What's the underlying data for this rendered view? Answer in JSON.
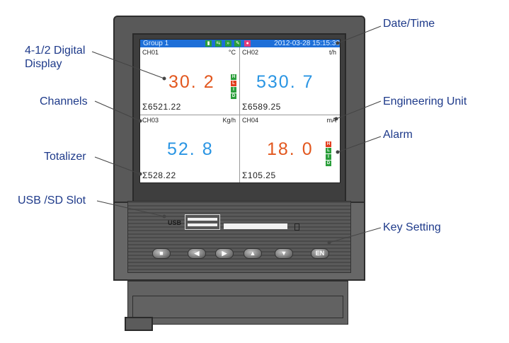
{
  "callouts": {
    "date_time": "Date/Time",
    "digital_display": "4-1/2 Digital\nDisplay",
    "channels": "Channels",
    "engineering_unit": "Engineering Unit",
    "alarm": "Alarm",
    "totalizer": "Totalizer",
    "usb_sd_slot": "USB /SD Slot",
    "key_setting": "Key Setting"
  },
  "screen": {
    "group": "Group 1",
    "datetime": "2012-03-28  15:15:30",
    "status_icons": [
      "sd-card-icon",
      "usb-icon",
      "forward-icon",
      "tool-icon",
      "alarm-icon"
    ],
    "channels": [
      {
        "name": "CH01",
        "unit": "°C",
        "value": "30. 2",
        "total": "Σ6521.22",
        "color": "#e2571e",
        "alarms": [
          "H",
          "L",
          "I",
          "D"
        ]
      },
      {
        "name": "CH02",
        "unit": "t/h",
        "value": "530. 7",
        "total": "Σ6589.25",
        "color": "#2a95e3"
      },
      {
        "name": "CH03",
        "unit": "Kg/h",
        "value": "52. 8",
        "total": "Σ528.22",
        "color": "#2a95e3"
      },
      {
        "name": "CH04",
        "unit": "mA",
        "value": "18. 0",
        "total": "Σ105.25",
        "color": "#e2571e",
        "alarms": [
          "H",
          "L",
          "I",
          "D"
        ]
      }
    ]
  },
  "panel": {
    "usb_label": "USB",
    "keys": [
      "menu-key-icon",
      "left-arrow-icon",
      "right-arrow-icon",
      "up-arrow-icon",
      "down-arrow-icon"
    ],
    "enter_key": "EN"
  },
  "colors": {
    "callout_text": "#1e3a8a",
    "status_bar": "#1e6fd8",
    "value_orange": "#e2571e",
    "value_blue": "#2a95e3",
    "alarm_red": "#e23d1e",
    "alarm_green": "#2a9e3a"
  }
}
